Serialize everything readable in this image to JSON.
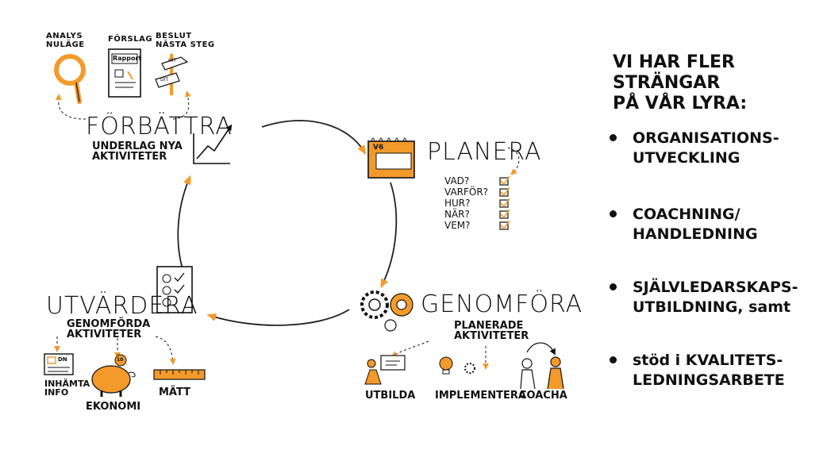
{
  "diagram": {
    "stages": {
      "forbattra": {
        "title": "FÖRBÄTTRA",
        "subtitle_1": "UNDERLAG NYA",
        "subtitle_2": "AKTIVITETER"
      },
      "planera": {
        "title": "PLANERA"
      },
      "genomfora": {
        "title": "GENOMFÖRA",
        "subtitle_1": "PLANERADE",
        "subtitle_2": "AKTIVITETER"
      },
      "utvardera": {
        "title": "UTVÄRDERA",
        "subtitle_1": "GENOMFÖRDA",
        "subtitle_2": "AKTIVITETER"
      }
    },
    "forbattra_items": {
      "analys_1": "ANALYS",
      "analys_2": "NULÄGE",
      "forslag": "FÖRSLAG",
      "rapport": "Rapport",
      "beslut_1": "BESLUT",
      "beslut_2": "NÄSTA STEG",
      "sign_hit": "HIT",
      "sign_dit": "DIT"
    },
    "planera_items": {
      "calendar": "V6",
      "q1": "VAD?",
      "q2": "VARFÖR?",
      "q3": "HUR?",
      "q4": "NÄR?",
      "q5": "VEM?"
    },
    "genomfora_items": {
      "utbilda": "UTBILDA",
      "implementera": "IMPLEMENTERA",
      "coacha": "COACHA"
    },
    "utvardera_items": {
      "inhamta_1": "INHÄMTA",
      "inhamta_2": "INFO",
      "ekonomi": "EKONOMI",
      "matt": "MÄTT",
      "newspaper": "DN",
      "coin": "10"
    }
  },
  "panel": {
    "title_1": "VI HAR FLER STRÄNGAR",
    "title_2": "PÅ VÅR LYRA:",
    "bullets": [
      {
        "line_1": "ORGANISATIONS-",
        "line_2": "UTVECKLING"
      },
      {
        "line_1": "COACHNING/",
        "line_2": "HANDLEDNING"
      },
      {
        "line_1": "SJÄLVLEDARSKAPS-",
        "line_2": "UTBILDNING, samt"
      },
      {
        "line_1": "stöd i KVALITETS-",
        "line_2": "LEDNINGSARBETE"
      }
    ]
  },
  "colors": {
    "accent": "#f39a2b",
    "ink": "#111111",
    "background": "#ffffff"
  }
}
